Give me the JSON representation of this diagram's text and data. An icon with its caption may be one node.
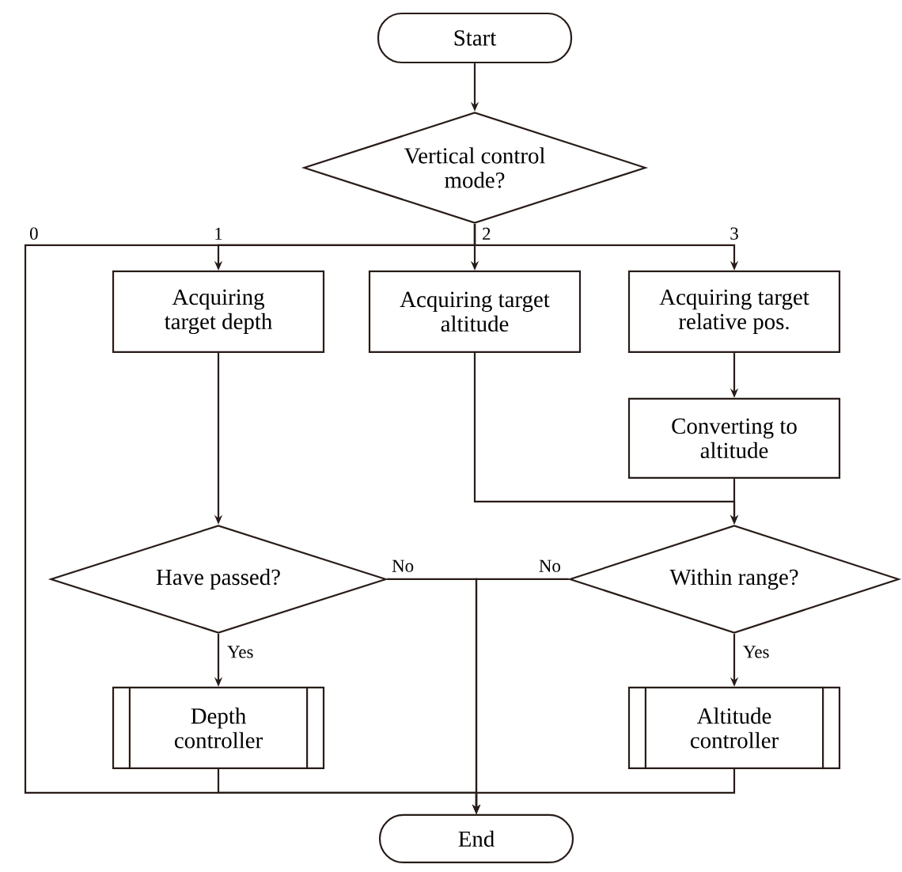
{
  "diagram": {
    "nodes": [
      {
        "text": [
          "Start"
        ]
      },
      {
        "text": [
          "Vertical control mode?"
        ]
      },
      {
        "text": [
          "Acquiring target depth"
        ]
      },
      {
        "text": [
          "Acquiring target altitude"
        ]
      },
      {
        "text": [
          "Acquiring target relative pos."
        ]
      },
      {
        "text": [
          "Converting to altitude"
        ]
      },
      {
        "text": [
          "Have passed?"
        ]
      },
      {
        "text": [
          "Within range?"
        ]
      },
      {
        "text": [
          "Depth controller"
        ]
      },
      {
        "text": [
          "Altitude controller"
        ]
      },
      {
        "text": [
          "End"
        ]
      }
    ],
    "edges": [
      {
        "from": 0,
        "to": 1,
        "arrow": "to"
      },
      {
        "from": 1,
        "to": 10,
        "arrow": "to",
        "label": "0"
      },
      {
        "from": 1,
        "to": 2,
        "arrow": "to",
        "label": "1"
      },
      {
        "from": 1,
        "to": 3,
        "arrow": "to",
        "label": "2"
      },
      {
        "from": 1,
        "to": 4,
        "arrow": "to",
        "label": "3"
      },
      {
        "from": 2,
        "to": 6,
        "arrow": "to"
      },
      {
        "from": 3,
        "to": 7,
        "arrow": "to"
      },
      {
        "from": 4,
        "to": 5,
        "arrow": "to"
      },
      {
        "from": 5,
        "to": 7,
        "arrow": "to"
      },
      {
        "from": 6,
        "to": 8,
        "arrow": "to",
        "label": "Yes"
      },
      {
        "from": 6,
        "to": 10,
        "arrow": "to",
        "label": "No"
      },
      {
        "from": 7,
        "to": 9,
        "arrow": "to",
        "label": "Yes"
      },
      {
        "from": 7,
        "to": 10,
        "arrow": "to",
        "label": "No"
      },
      {
        "from": 8,
        "to": 10,
        "arrow": "to"
      },
      {
        "from": 9,
        "to": 10,
        "arrow": "to"
      }
    ]
  }
}
